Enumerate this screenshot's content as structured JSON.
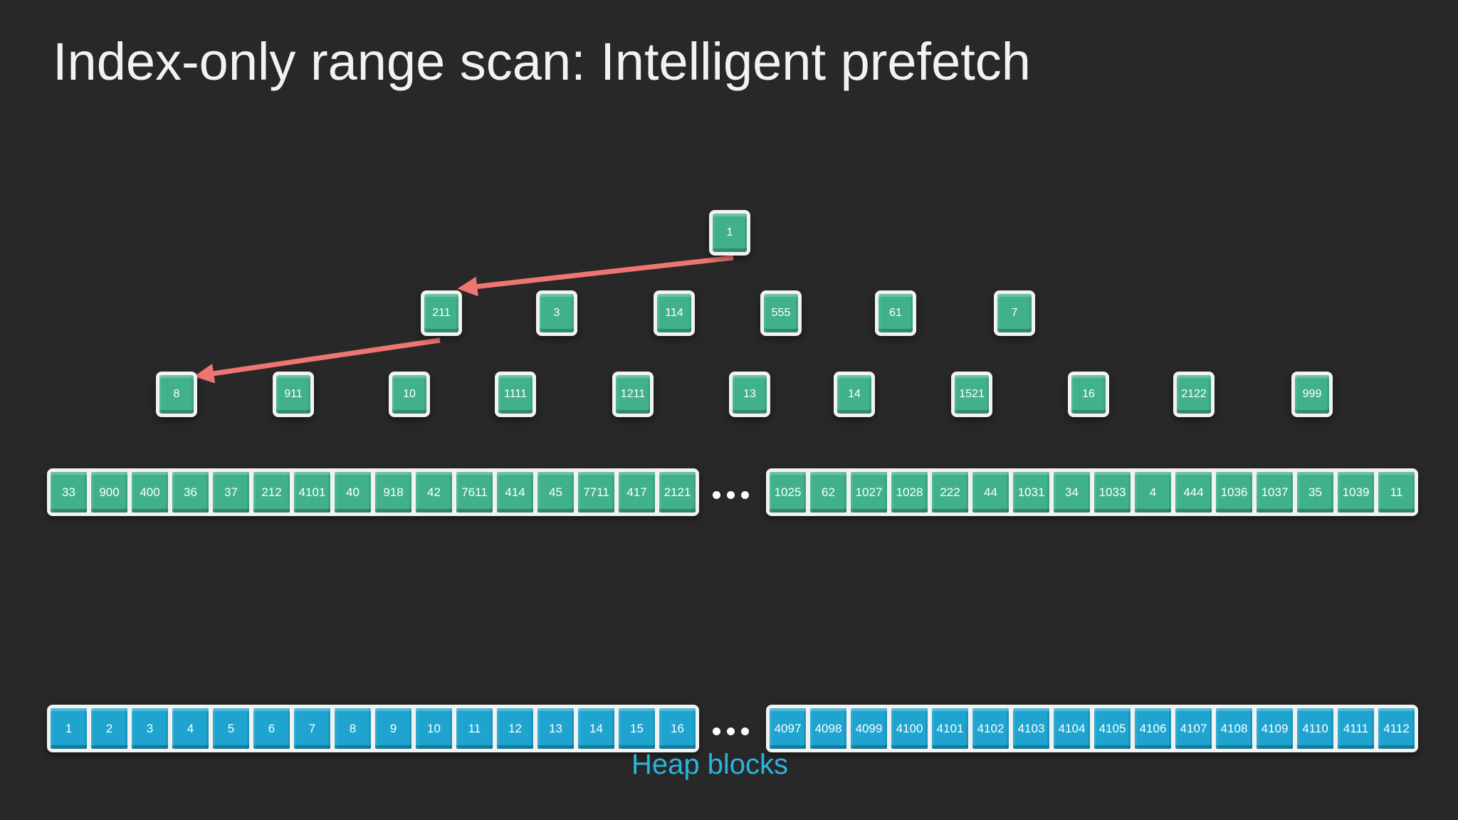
{
  "title": "Index-only range scan: Intelligent prefetch",
  "colors": {
    "background": "#282828",
    "title_text": "#f2f2f2",
    "index_node_fill": "#41b18b",
    "heap_node_fill": "#1ea4cf",
    "node_frame": "#f2f2f2",
    "arrow": "#ef7670",
    "heap_label_text": "#2ab5de",
    "cell_text": "#ffffff"
  },
  "btree": {
    "root": "1",
    "internal_level": [
      "211",
      "3",
      "114",
      "555",
      "61",
      "7"
    ],
    "leaf_level": [
      "8",
      "911",
      "10",
      "1111",
      "1211",
      "13",
      "14",
      "1521",
      "16",
      "2122",
      "999"
    ]
  },
  "index_leaf_blocks": {
    "left_cells": [
      "33",
      "900",
      "400",
      "36",
      "37",
      "212",
      "4101",
      "40",
      "918",
      "42",
      "7611",
      "414",
      "45",
      "7711",
      "417",
      "2121"
    ],
    "right_cells": [
      "1025",
      "62",
      "1027",
      "1028",
      "222",
      "44",
      "1031",
      "34",
      "1033",
      "4",
      "444",
      "1036",
      "1037",
      "35",
      "1039",
      "11"
    ],
    "ellipsis": "..."
  },
  "heap_blocks": {
    "label": "Heap blocks",
    "left_cells": [
      "1",
      "2",
      "3",
      "4",
      "5",
      "6",
      "7",
      "8",
      "9",
      "10",
      "11",
      "12",
      "13",
      "14",
      "15",
      "16"
    ],
    "right_cells": [
      "4097",
      "4098",
      "4099",
      "4100",
      "4101",
      "4102",
      "4103",
      "4104",
      "4105",
      "4106",
      "4107",
      "4108",
      "4109",
      "4110",
      "4111",
      "4112"
    ],
    "ellipsis": "..."
  }
}
